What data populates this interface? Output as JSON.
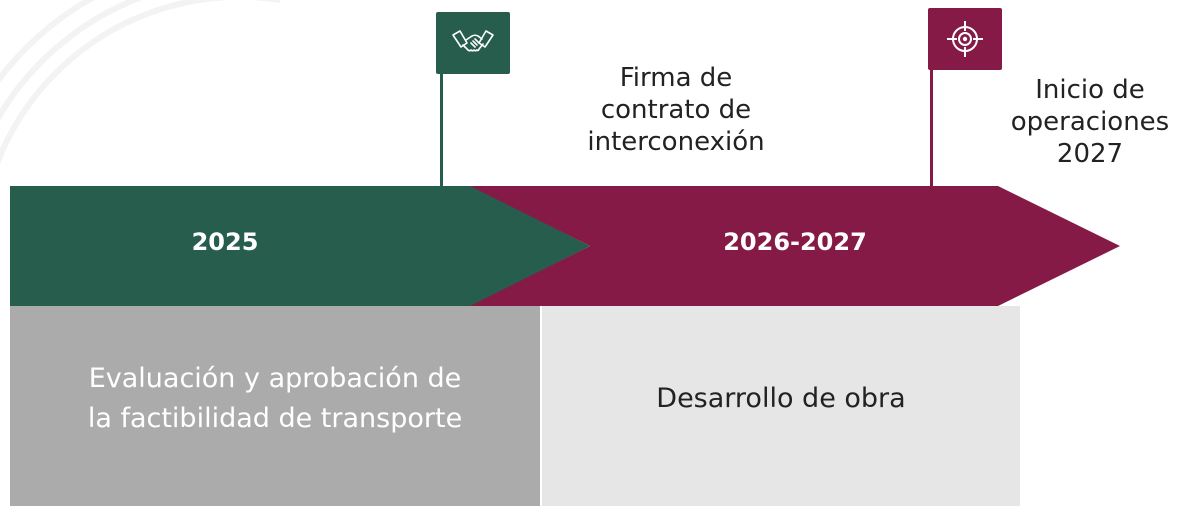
{
  "colors": {
    "green": "#275d4d",
    "maroon": "#861a46",
    "gray_dark": "#ababab",
    "gray_light": "#e6e6e6",
    "text_dark": "#222222",
    "text_light": "#ffffff"
  },
  "milestones": [
    {
      "label": "Firma de\ncontrato de\ninterconexión",
      "icon": "handshake-icon"
    },
    {
      "label": "Inicio de\noperaciones\n2027",
      "icon": "target-icon"
    }
  ],
  "timeline": {
    "segments": [
      {
        "year": "2025"
      },
      {
        "year": "2026-2027"
      }
    ]
  },
  "phases": [
    {
      "text": "Evaluación y aprobación de\nla factibilidad de transporte"
    },
    {
      "text": "Desarrollo de obra"
    }
  ]
}
